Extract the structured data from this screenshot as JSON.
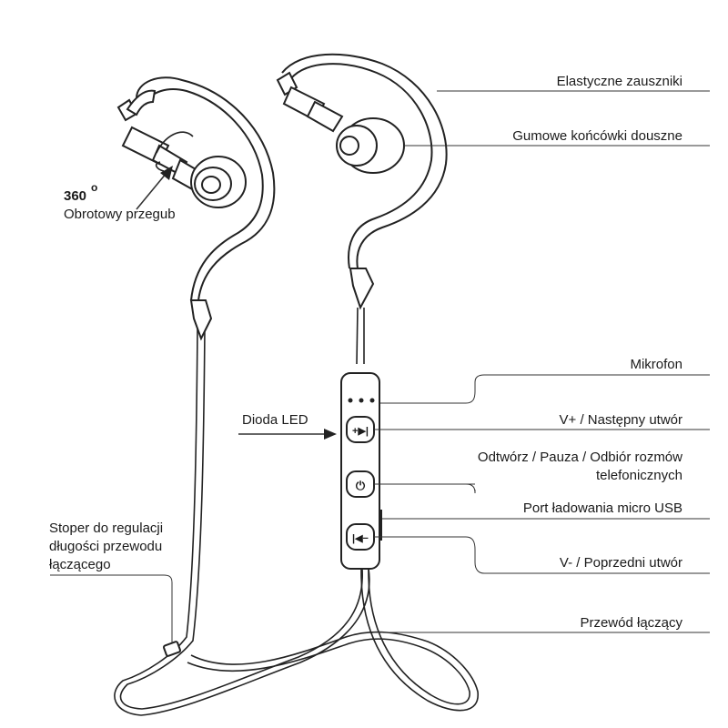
{
  "labels": {
    "rotation_degrees": "360",
    "rotation_sup": "o",
    "rotation_joint": "Obrotowy przegub",
    "ear_hooks": "Elastyczne zauszniki",
    "ear_tips": "Gumowe końcówki douszne",
    "microphone": "Mikrofon",
    "led": "Dioda LED",
    "volume_up": "V+ / Następny utwór",
    "play_pause_line1": "Odtwórz / Pauza / Odbiór rozmów",
    "play_pause_line2": "telefonicznych",
    "usb_port": "Port ładowania micro USB",
    "volume_down": "V- / Poprzedni utwór",
    "stopper_line1": "Stoper do regulacji",
    "stopper_line2": "długości przewodu",
    "stopper_line3": "łączącego",
    "cable": "Przewód łączący"
  },
  "buttons": {
    "next_symbol": "+▶|",
    "prev_symbol": "|◀−",
    "power_symbol": "⏻"
  },
  "colors": {
    "line": "#222222",
    "text": "#1a1a1a"
  }
}
